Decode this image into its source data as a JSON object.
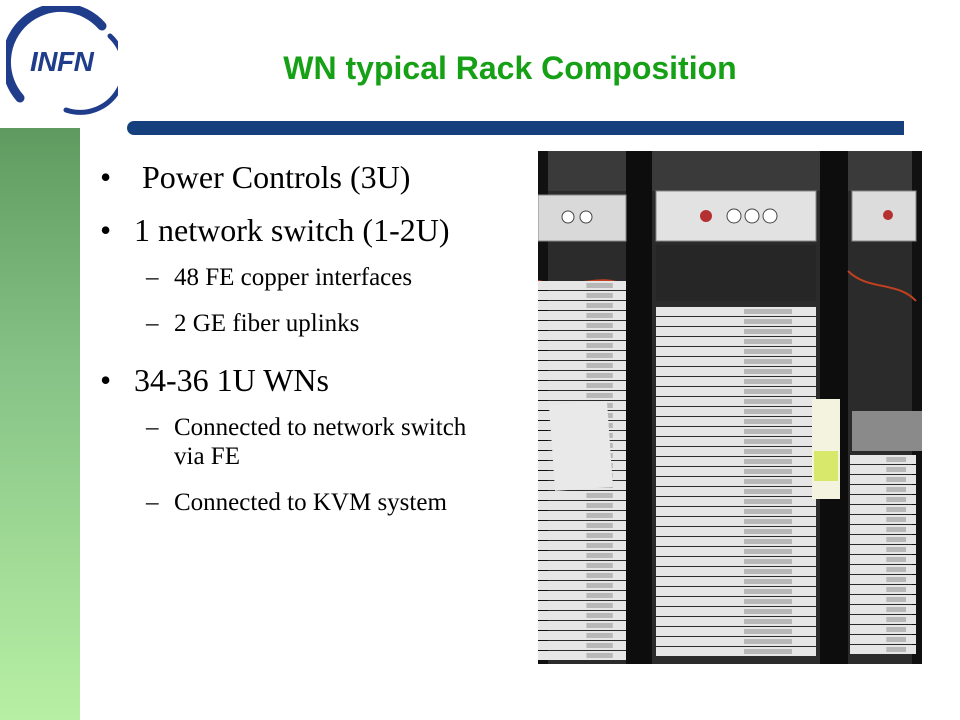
{
  "header": {
    "logo_text": "INFN",
    "title": "WN typical Rack Composition"
  },
  "bullets": [
    {
      "text": "Power Controls (3U)",
      "marker": "•"
    },
    {
      "text": "1 network switch (1-2U)",
      "marker": "•"
    },
    {
      "text": "48 FE copper interfaces",
      "marker": "–"
    },
    {
      "text": "2 GE fiber uplinks",
      "marker": "–"
    },
    {
      "text": "34-36 1U WNs",
      "marker": "•"
    },
    {
      "text": "Connected to network switch via FE",
      "marker": "–"
    },
    {
      "text": "Connected to KVM system",
      "marker": "–"
    }
  ],
  "colors": {
    "title": "#16a016",
    "rule": "#16407d",
    "logo": "#1f3d8a",
    "side_bar_top": "#5f9a5f",
    "side_bar_bottom": "#b7f0a4"
  }
}
